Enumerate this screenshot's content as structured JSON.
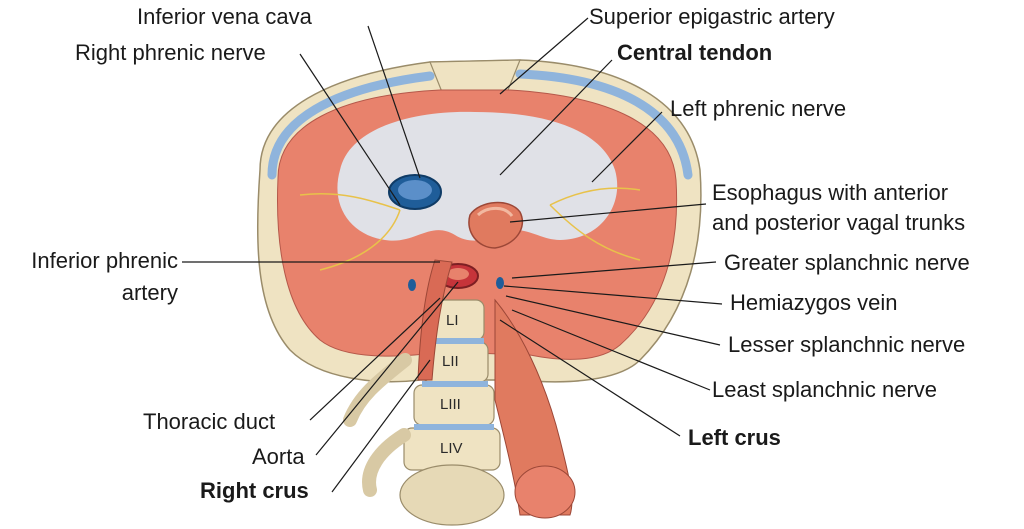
{
  "labels": {
    "inferior_vena_cava": "Inferior vena cava",
    "right_phrenic_nerve": "Right phrenic nerve",
    "superior_epigastric_artery": "Superior epigastric artery",
    "central_tendon": "Central tendon",
    "left_phrenic_nerve": "Left phrenic nerve",
    "esophagus_line1": "Esophagus with anterior",
    "esophagus_line2": "and posterior vagal trunks",
    "inferior_phrenic_artery_line1": "Inferior phrenic",
    "inferior_phrenic_artery_line2": "artery",
    "greater_splanchnic_nerve": "Greater splanchnic nerve",
    "hemiazygos_vein": "Hemiazygos vein",
    "lesser_splanchnic_nerve": "Lesser splanchnic nerve",
    "least_splanchnic_nerve": "Least splanchnic nerve",
    "thoracic_duct": "Thoracic duct",
    "aorta": "Aorta",
    "right_crus": "Right crus",
    "left_crus": "Left crus"
  },
  "vertebrae": {
    "l1": "LI",
    "l2": "LII",
    "l3": "LIII",
    "l4": "LIV"
  },
  "colors": {
    "muscle": "#e8826c",
    "tendon": "#dfe6ee",
    "bone": "#efe3c2",
    "vein": "#5b8fc9",
    "artery": "#c6343a",
    "nerve": "#e8c24a"
  }
}
